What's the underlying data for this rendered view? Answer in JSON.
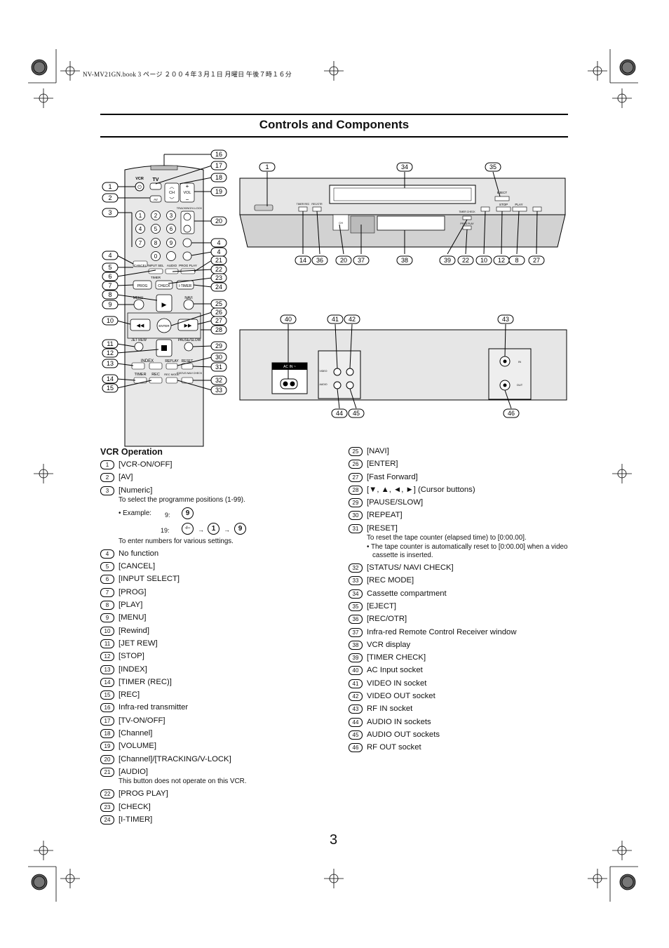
{
  "header_note": "NV-MV21GN.book  3 ページ  ２００４年３月１日  月曜日  午後７時１６分",
  "page_title": "Controls and Components",
  "section_title": "VCR Operation",
  "page_number": "3",
  "remote_labels": {
    "vcr": "VCR",
    "tv": "TV",
    "av": "AV",
    "ch": "CH",
    "vol": "VOL",
    "tracking": "TRACKING/V-LOCK",
    "cancel": "CANCEL",
    "input_sel": "INPUT SEL",
    "audio": "AUDIO",
    "prog_play": "PROG PLAY",
    "timer": "TIMER",
    "prog": "PROG",
    "check": "CHECK",
    "itimer": "I-TIMER",
    "menu": "MENU",
    "navi": "NAVI",
    "enter": "ENTER",
    "jet_rew": "JET REW",
    "pause_slow": "PAUSE/SLOW",
    "index": "INDEX",
    "replay": "REPLAY",
    "reset": "RESET",
    "timer_btn": "TIMER",
    "rec": "REC",
    "rec_mode": "REC MODE",
    "status": "STATUS NAVI CHECK"
  },
  "numpad": [
    "1",
    "2",
    "3",
    "4",
    "5",
    "6",
    "7",
    "8",
    "9",
    "0"
  ],
  "front_labels": {
    "eject": "EJECT",
    "stop": "STOP",
    "play": "PLAY",
    "timer_rec": "TIMER REC",
    "rec_otr": "REC/OTR",
    "ch": "CH",
    "timer_check": "TIMER CHECK",
    "prog_play": "PROG PLAY"
  },
  "rear_labels": {
    "ac_in": "AC IN ~",
    "video": "VIDEO",
    "audio": "AUDIO",
    "in": "IN",
    "out": "OUT"
  },
  "remote_callouts_left": [
    "1",
    "2",
    "3",
    "4",
    "5",
    "6",
    "7",
    "8",
    "9",
    "10",
    "11",
    "12",
    "13",
    "14",
    "15"
  ],
  "remote_callouts_right": [
    "16",
    "17",
    "18",
    "19",
    "20",
    "4",
    "4",
    "21",
    "22",
    "23",
    "24",
    "25",
    "26",
    "27",
    "28",
    "29",
    "30",
    "31",
    "32",
    "33"
  ],
  "front_callouts_top": [
    "1",
    "34",
    "35"
  ],
  "front_callouts_bottom": [
    "14",
    "36",
    "20",
    "37",
    "38",
    "39",
    "22",
    "10",
    "12",
    "8",
    "27"
  ],
  "rear_callouts_top": [
    "40",
    "41",
    "42",
    "43"
  ],
  "rear_callouts_bottom": [
    "44",
    "45",
    "46"
  ],
  "example": {
    "label": "• Example:",
    "nine_label": "9:",
    "nine_seq": [
      "9"
    ],
    "nineteen_label": "19:",
    "nineteen_seq": [
      "-/--",
      "1",
      "9"
    ],
    "arrow": "→"
  },
  "items_left": [
    {
      "num": "1",
      "text": "[VCR-ON/OFF]"
    },
    {
      "num": "2",
      "text": "[AV]"
    },
    {
      "num": "3",
      "text": "[Numeric]",
      "note": "To select the programme positions (1-99).",
      "note2": "To enter numbers for various settings."
    },
    {
      "num": "4",
      "text": "No function"
    },
    {
      "num": "5",
      "text": "[CANCEL]"
    },
    {
      "num": "6",
      "text": "[INPUT SELECT]"
    },
    {
      "num": "7",
      "text": "[PROG]"
    },
    {
      "num": "8",
      "text": "[PLAY]"
    },
    {
      "num": "9",
      "text": "[MENU]"
    },
    {
      "num": "10",
      "text": "[Rewind]"
    },
    {
      "num": "11",
      "text": "[JET REW]"
    },
    {
      "num": "12",
      "text": "[STOP]"
    },
    {
      "num": "13",
      "text": "[INDEX]"
    },
    {
      "num": "14",
      "text": "[TIMER (REC)]"
    },
    {
      "num": "15",
      "text": "[REC]"
    },
    {
      "num": "16",
      "text": "Infra-red transmitter"
    },
    {
      "num": "17",
      "text": "[TV-ON/OFF]"
    },
    {
      "num": "18",
      "text": "[Channel]"
    },
    {
      "num": "19",
      "text": "[VOLUME]"
    },
    {
      "num": "20",
      "text": "[Channel]/[TRACKING/V-LOCK]"
    },
    {
      "num": "21",
      "text": "[AUDIO]",
      "note": "This button does not operate on this VCR."
    },
    {
      "num": "22",
      "text": "[PROG PLAY]"
    },
    {
      "num": "23",
      "text": "[CHECK]"
    },
    {
      "num": "24",
      "text": "[I-TIMER]"
    }
  ],
  "items_right": [
    {
      "num": "25",
      "text": "[NAVI]"
    },
    {
      "num": "26",
      "text": "[ENTER]"
    },
    {
      "num": "27",
      "text": "[Fast Forward]"
    },
    {
      "num": "28",
      "text": "[▼, ▲, ◄, ►] (Cursor buttons)"
    },
    {
      "num": "29",
      "text": "[PAUSE/SLOW]"
    },
    {
      "num": "30",
      "text": "[REPEAT]"
    },
    {
      "num": "31",
      "text": "[RESET]",
      "note": "To reset the tape counter (elapsed time) to [0:00.00].",
      "bullet": "• The tape counter is automatically reset to [0:00.00] when a video cassette is inserted."
    },
    {
      "num": "32",
      "text": "[STATUS/ NAVI CHECK]"
    },
    {
      "num": "33",
      "text": "[REC MODE]"
    },
    {
      "num": "34",
      "text": "Cassette compartment"
    },
    {
      "num": "35",
      "text": "[EJECT]"
    },
    {
      "num": "36",
      "text": "[REC/OTR]"
    },
    {
      "num": "37",
      "text": "Infra-red Remote Control Receiver window"
    },
    {
      "num": "38",
      "text": "VCR display"
    },
    {
      "num": "39",
      "text": "[TIMER CHECK]"
    },
    {
      "num": "40",
      "text": "AC Input socket"
    },
    {
      "num": "41",
      "text": "VIDEO IN socket"
    },
    {
      "num": "42",
      "text": "VIDEO OUT socket"
    },
    {
      "num": "43",
      "text": "RF IN socket"
    },
    {
      "num": "44",
      "text": "AUDIO IN sockets"
    },
    {
      "num": "45",
      "text": "AUDIO OUT sockets"
    },
    {
      "num": "46",
      "text": "RF OUT socket"
    }
  ]
}
